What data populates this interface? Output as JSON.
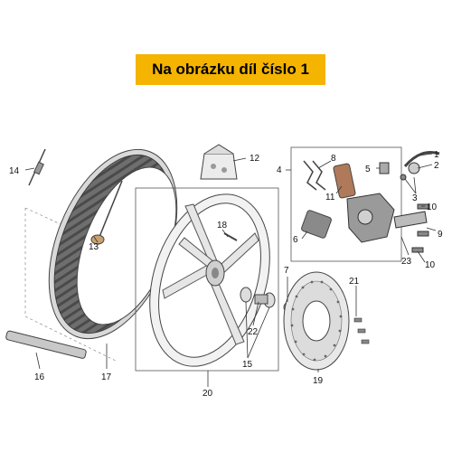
{
  "banner": {
    "text": "Na obrázku díl číslo 1",
    "color": "#f4b400"
  },
  "diagram": {
    "callouts": [
      "1",
      "2",
      "3",
      "4",
      "5",
      "6",
      "7",
      "8",
      "9",
      "10",
      "10",
      "11",
      "12",
      "13",
      "14",
      "15",
      "16",
      "17",
      "18",
      "19",
      "20",
      "21",
      "22",
      "23"
    ]
  }
}
